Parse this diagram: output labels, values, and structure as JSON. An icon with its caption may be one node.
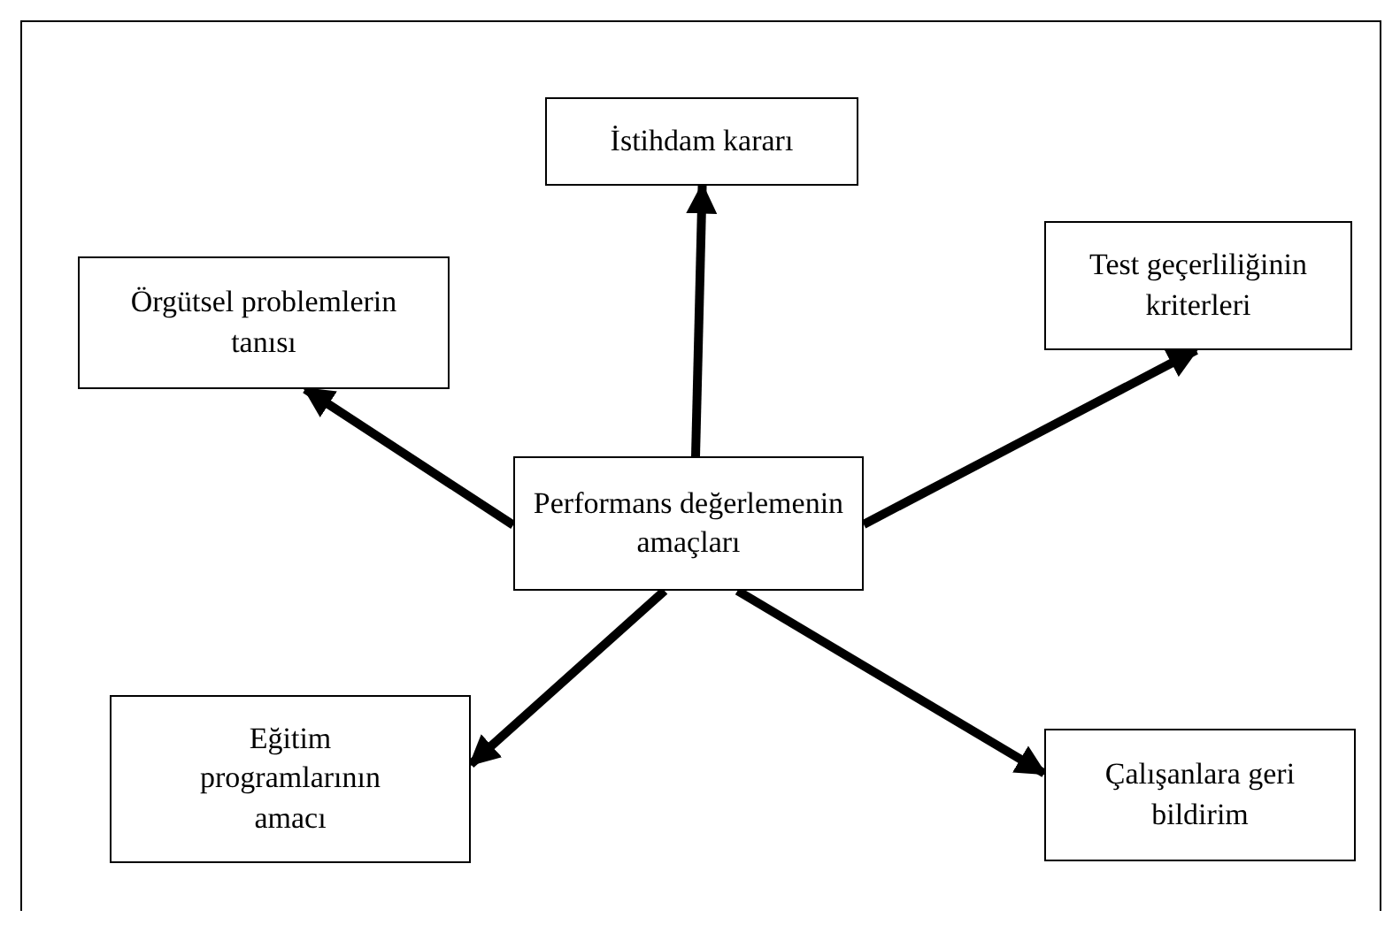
{
  "diagram": {
    "nodes": [
      {
        "text": [
          "Performans değerlemenin amaçları"
        ]
      },
      {
        "text": [
          "İstihdam kararı"
        ]
      },
      {
        "text": [
          "Örgütsel problemlerin tanısı"
        ]
      },
      {
        "text": [
          "Test geçerliliğinin kriterleri"
        ]
      },
      {
        "text": [
          "Eğitim programlarının amacı"
        ]
      },
      {
        "text": [
          "Çalışanlara geri bildirim"
        ]
      }
    ],
    "edges": [
      {
        "from": 0,
        "to": 1,
        "arrow": "to"
      },
      {
        "from": 0,
        "to": 2,
        "arrow": "to"
      },
      {
        "from": 0,
        "to": 3,
        "arrow": "to"
      },
      {
        "from": 0,
        "to": 4,
        "arrow": "to"
      },
      {
        "from": 0,
        "to": 5,
        "arrow": "to"
      }
    ]
  }
}
